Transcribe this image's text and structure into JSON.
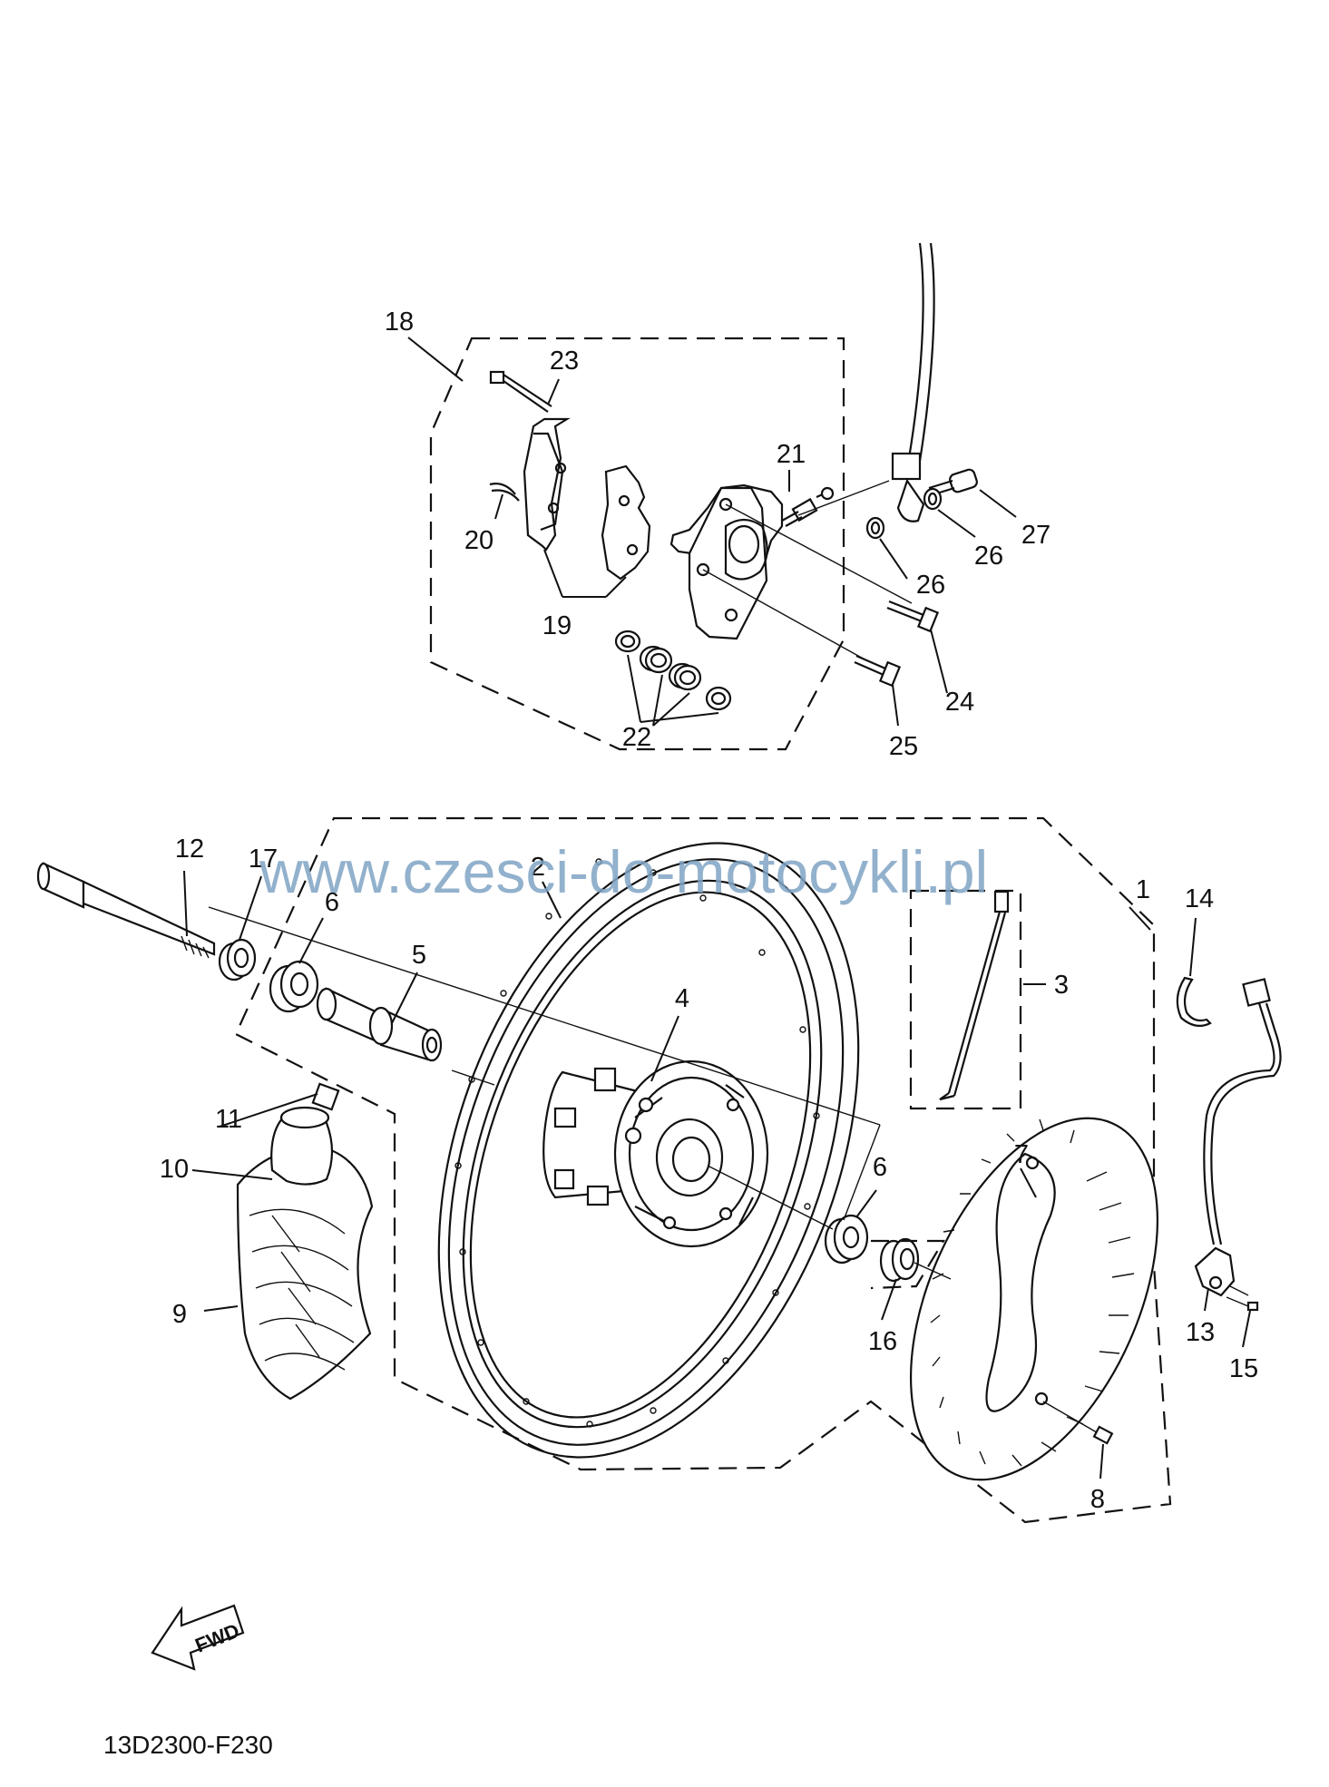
{
  "watermark": "www.czesci-do-motocykli.pl",
  "drawing_code": "13D2300-F230",
  "fwd_label": "FWD",
  "callouts": {
    "c1": "1",
    "c2": "2",
    "c3": "3",
    "c4": "4",
    "c5": "5",
    "c6a": "6",
    "c6b": "6",
    "c7": "7",
    "c8": "8",
    "c9": "9",
    "c10": "10",
    "c11": "11",
    "c12": "12",
    "c13": "13",
    "c14": "14",
    "c15": "15",
    "c16": "16",
    "c17": "17",
    "c18": "18",
    "c19": "19",
    "c20": "20",
    "c21": "21",
    "c22": "22",
    "c23": "23",
    "c24": "24",
    "c25": "25",
    "c26a": "26",
    "c26b": "26",
    "c27": "27"
  }
}
